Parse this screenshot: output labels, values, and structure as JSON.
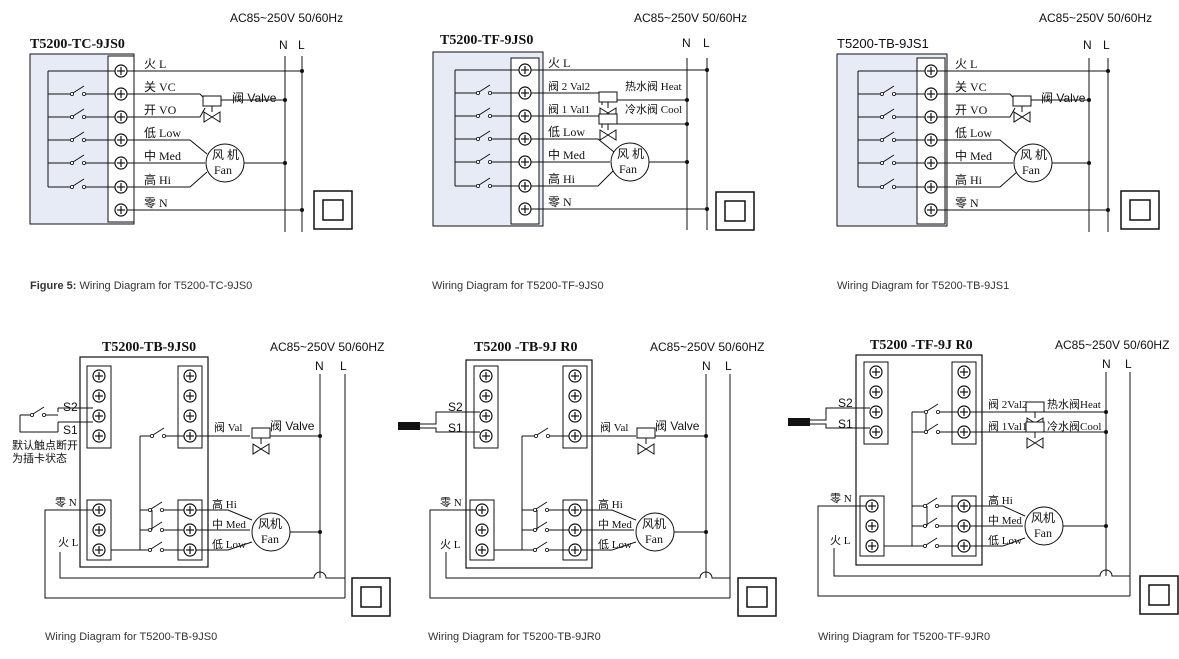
{
  "top": {
    "supply": "AC85~250V   50/60Hz",
    "n": "N",
    "l": "L",
    "live": "火 L",
    "neutral": "零 N",
    "valve": "阀  Valve",
    "fan_cn": "风 机",
    "fan_en": "Fan",
    "low": "低 Low",
    "med": "中 Med",
    "hi": "高 Hi",
    "close": "关 VC",
    "open": "开 VO",
    "val2": "阀 2 Val2",
    "val1": "阀 1 Val1",
    "heat": "热水阀 Heat",
    "cool": "冷水阀 Cool",
    "diagrams": [
      {
        "model": "T5200-TC-9JS0",
        "caption_prefix": "Figure 5:",
        "caption": " Wiring Diagram for T5200-TC-9JS0"
      },
      {
        "model": "T5200-TF-9JS0",
        "caption_prefix": "",
        "caption": "Wiring Diagram for T5200-TF-9JS0"
      },
      {
        "model": "T5200-TB-9JS1",
        "caption_prefix": "",
        "caption": "Wiring Diagram for T5200-TB-9JS1"
      }
    ]
  },
  "bottom": {
    "supply": "AC85~250V 50/60HZ",
    "n": "N",
    "l": "L",
    "s1": "S1",
    "s2": "S2",
    "live": "火 L",
    "neutral": "零 N",
    "val": "阀 Val",
    "valve": "阀 Valve",
    "hi": "高 Hi",
    "med": "中 Med",
    "low": "低 Low",
    "fan_cn": "风机",
    "fan_en": "Fan",
    "val2": "阀 2Val2",
    "val1": "阀 1Val1",
    "heat": "热水阀Heat",
    "cool": "冷水阀Cool",
    "note1": "默认触点断开",
    "note2": "为插卡状态",
    "diagrams": [
      {
        "model": "T5200-TB-9JS0",
        "caption": "Wiring Diagram for T5200-TB-9JS0"
      },
      {
        "model": "T5200 -TB-9J R0",
        "caption": "Wiring Diagram for T5200-TB-9JR0"
      },
      {
        "model": "T5200 -TF-9J R0",
        "caption": "Wiring Diagram for T5200-TF-9JR0"
      }
    ]
  }
}
